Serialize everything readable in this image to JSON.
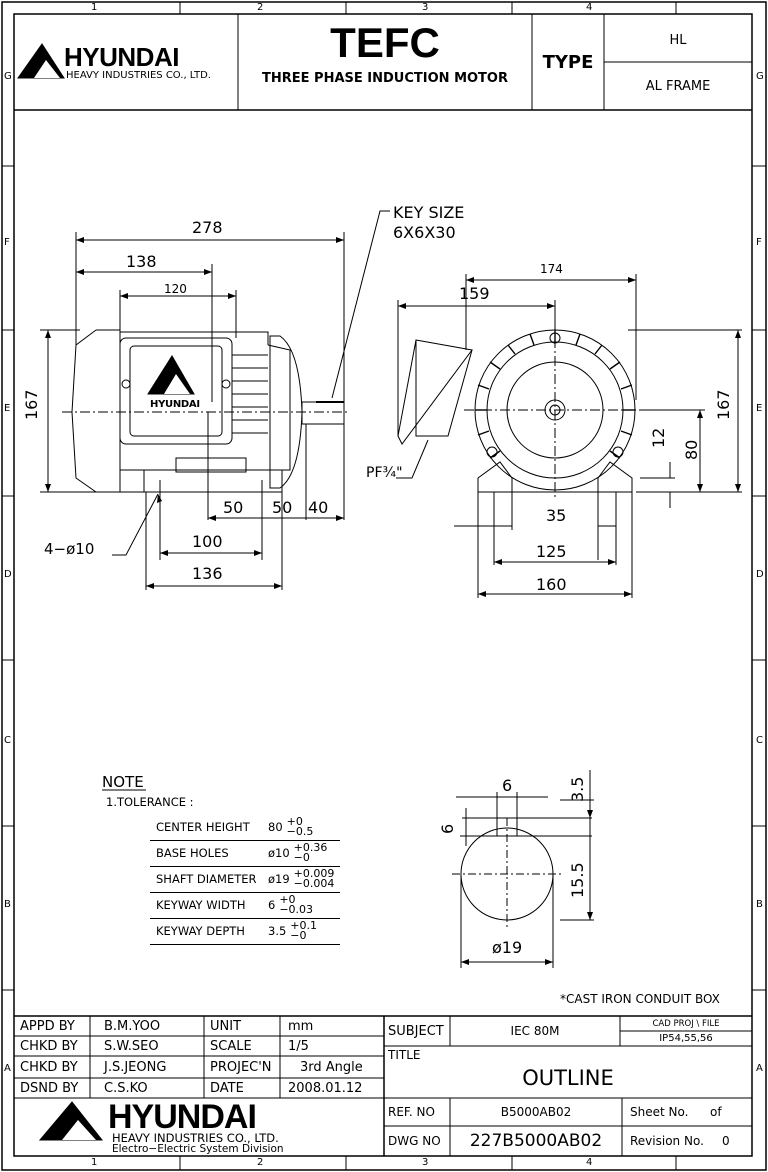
{
  "border": {
    "cols": [
      "1",
      "2",
      "3",
      "4"
    ],
    "rows": [
      "G",
      "F",
      "E",
      "D",
      "C",
      "B",
      "A"
    ]
  },
  "header": {
    "brand": "HYUNDAI",
    "brand_sub": "HEAVY INDUSTRIES CO., LTD.",
    "title": "TEFC",
    "subtitle": "THREE PHASE INDUCTION MOTOR",
    "type_label": "TYPE",
    "type_value_1": "HL",
    "type_value_2": "AL FRAME"
  },
  "side_view": {
    "dim_total": "278",
    "dim_138": "138",
    "dim_120": "120",
    "dim_height": "167",
    "dim_50a": "50",
    "dim_50b": "50",
    "dim_40": "40",
    "dim_100": "100",
    "dim_136": "136",
    "holes": "4−ø10",
    "plate_brand": "HYUNDAI",
    "key_label": "KEY SIZE",
    "key_value": "6X6X30"
  },
  "front_view": {
    "dim_174": "174",
    "dim_159": "159",
    "dim_167": "167",
    "dim_80": "80",
    "dim_12": "12",
    "dim_35": "35",
    "dim_125": "125",
    "dim_160": "160",
    "conduit": "PF¾\""
  },
  "shaft_view": {
    "dim_6_top": "6",
    "dim_6_side": "6",
    "dim_3_5": "3.5",
    "dim_15_5": "15.5",
    "dim_19": "ø19"
  },
  "note": {
    "heading": "NOTE",
    "tolerance": "1.TOLERANCE :",
    "rows": [
      {
        "label": "CENTER HEIGHT",
        "value": "80",
        "plus": "+0",
        "minus": "−0.5"
      },
      {
        "label": "BASE HOLES",
        "value": "ø10",
        "plus": "+0.36",
        "minus": "−0"
      },
      {
        "label": "SHAFT DIAMETER",
        "value": "ø19",
        "plus": "+0.009",
        "minus": "−0.004"
      },
      {
        "label": "KEYWAY WIDTH",
        "value": "6",
        "plus": "+0",
        "minus": "−0.03"
      },
      {
        "label": "KEYWAY DEPTH",
        "value": "3.5",
        "plus": "+0.1",
        "minus": "−0"
      }
    ],
    "cast_iron": "*CAST IRON CONDUIT BOX"
  },
  "title_block": {
    "appd_label": "APPD BY",
    "appd_value": "B.M.YOO",
    "chkd1_label": "CHKD BY",
    "chkd1_value": "S.W.SEO",
    "chkd2_label": "CHKD BY",
    "chkd2_value": "J.S.JEONG",
    "dsnd_label": "DSND BY",
    "dsnd_value": "C.S.KO",
    "unit_label": "UNIT",
    "unit_value": "mm",
    "scale_label": "SCALE",
    "scale_value": "1/5",
    "proj_label": "PROJEC'N",
    "proj_value": "3rd Angle",
    "date_label": "DATE",
    "date_value": "2008.01.12",
    "brand": "HYUNDAI",
    "brand_sub": "HEAVY INDUSTRIES CO., LTD.",
    "brand_div": "Electro−Electric System Division",
    "subject_label": "SUBJECT",
    "subject_value": "IEC 80M",
    "cad_label": "CAD PROJ \\ FILE",
    "cad_value": "IP54,55,56",
    "title_label": "TITLE",
    "title_value": "OUTLINE",
    "ref_label": "REF. NO",
    "ref_value": "B5000AB02",
    "sheet_label": "Sheet No.",
    "sheet_of": "of",
    "dwg_label": "DWG NO",
    "dwg_value": "227B5000AB02",
    "rev_label": "Revision No.",
    "rev_value": "0"
  }
}
